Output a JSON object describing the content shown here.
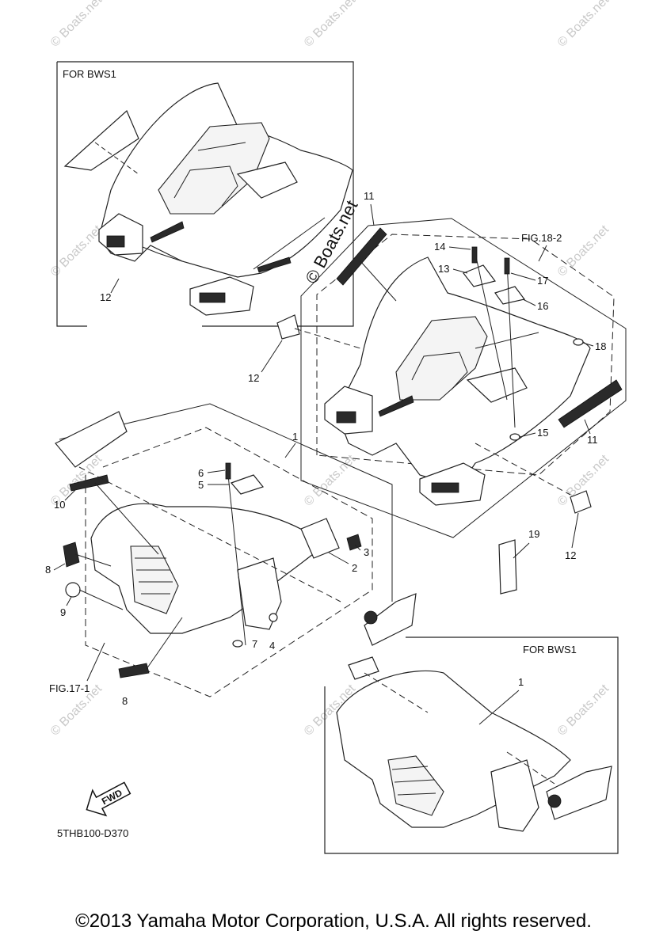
{
  "watermark": {
    "main": "© Boats.net",
    "tile": "© Boats.net"
  },
  "inset_top": {
    "title": "FOR  BWS1",
    "label_12": "12"
  },
  "inset_bottom": {
    "title": "FOR  BWS1",
    "label_1": "1"
  },
  "callouts": {
    "c1": "1",
    "c2": "2",
    "c3": "3",
    "c4": "4",
    "c5": "5",
    "c6": "6",
    "c7": "7",
    "c8a": "8",
    "c8b": "8",
    "c9": "9",
    "c10": "10",
    "c11a": "11",
    "c11b": "11",
    "c12a": "12",
    "c12b": "12",
    "c13": "13",
    "c14": "14",
    "c15": "15",
    "c16": "16",
    "c17": "17",
    "c18": "18",
    "c19": "19"
  },
  "fig_refs": {
    "front": "FIG.17-1",
    "rear": "FIG.18-2"
  },
  "fwd_label": "FWD",
  "diagram_code": "5THB100-D370",
  "copyright": "©2013 Yamaha Motor Corporation, U.S.A. All rights reserved.",
  "icons": [
    "fwd-arrow-icon"
  ]
}
